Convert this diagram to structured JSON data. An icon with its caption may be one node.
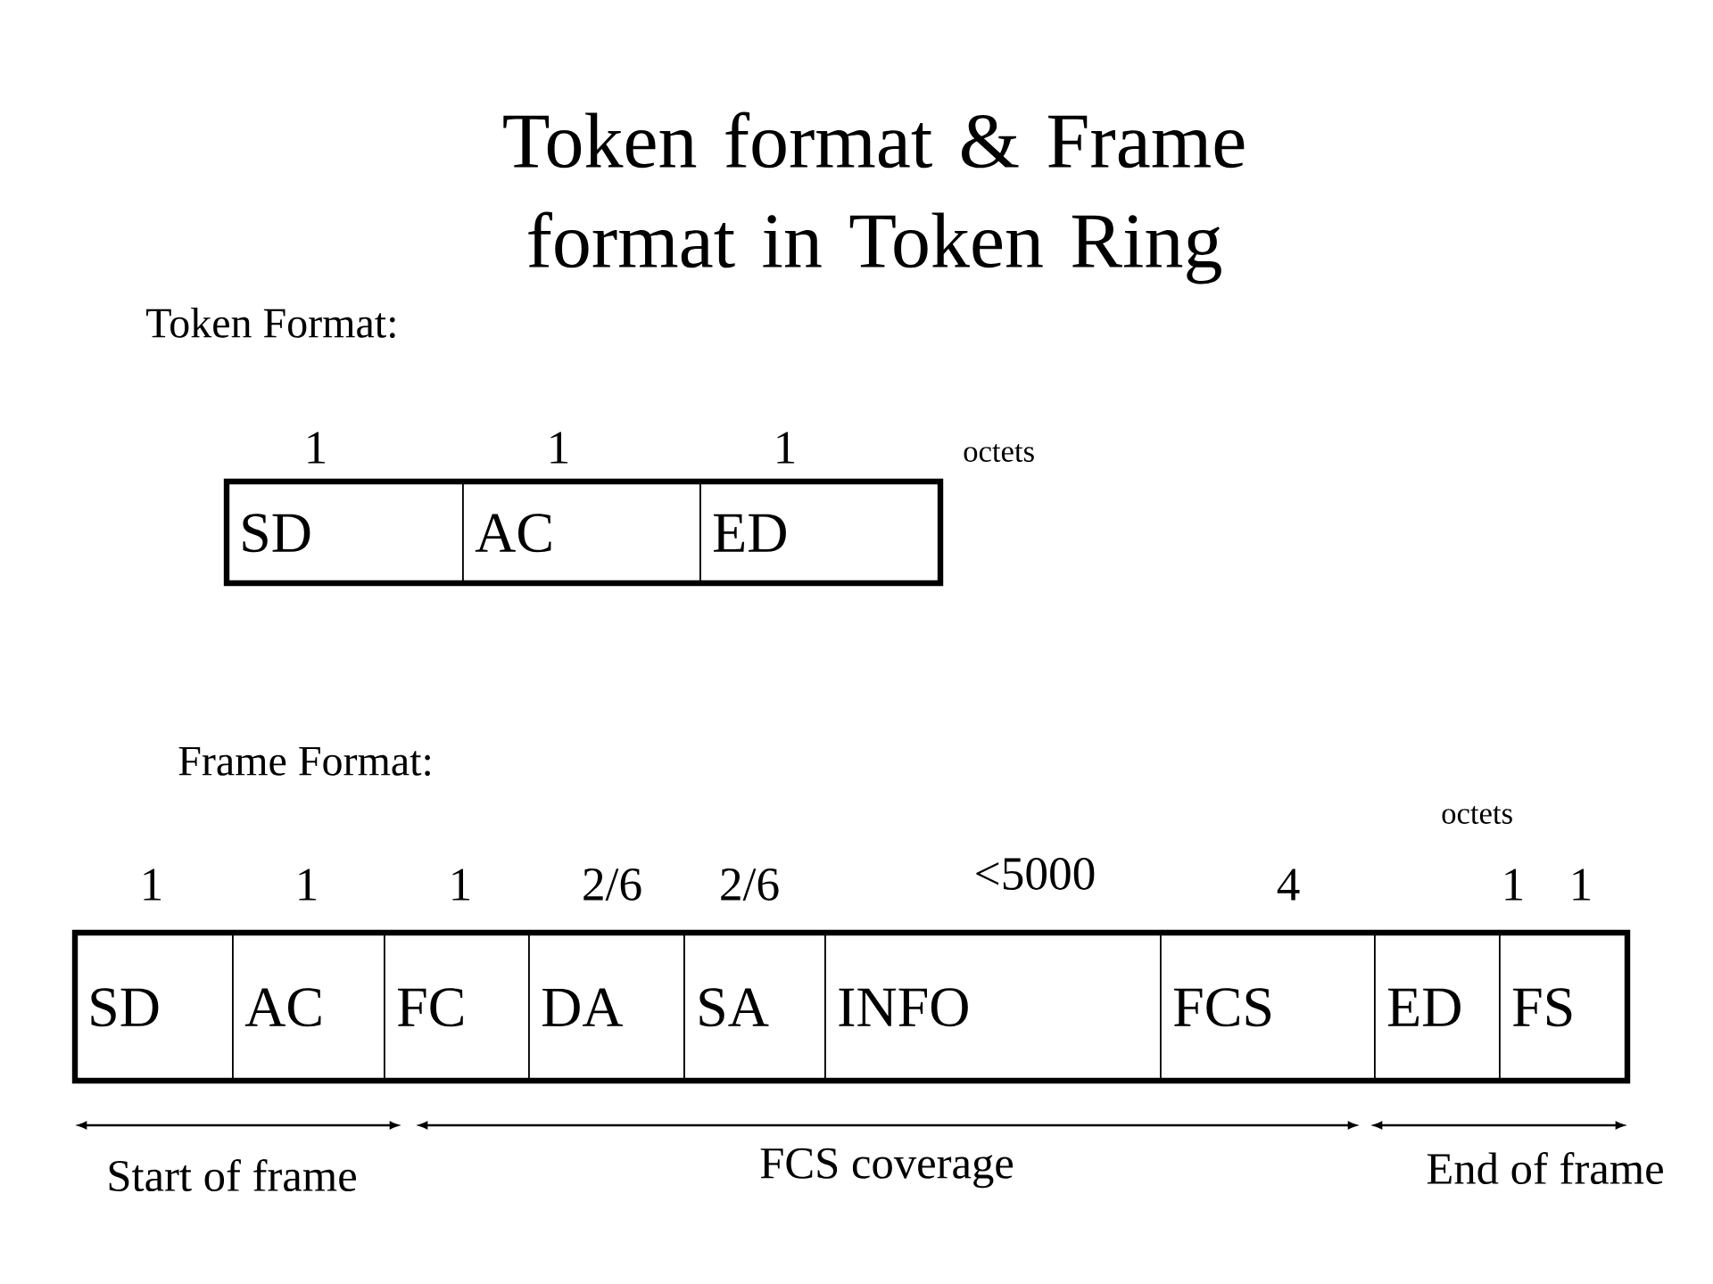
{
  "diagram": {
    "title": "Token format & Frame format in Token Ring",
    "nodes": [
      {
        "text": [
          "SD"
        ]
      },
      {
        "text": [
          "AC"
        ]
      },
      {
        "text": [
          "ED"
        ]
      },
      {
        "text": [
          "SD"
        ]
      },
      {
        "text": [
          "AC"
        ]
      },
      {
        "text": [
          "FC"
        ]
      },
      {
        "text": [
          "DA"
        ]
      },
      {
        "text": [
          "SA"
        ]
      },
      {
        "text": [
          "INFO"
        ]
      },
      {
        "text": [
          "FCS"
        ]
      },
      {
        "text": [
          "ED"
        ]
      },
      {
        "text": [
          "FS"
        ]
      }
    ],
    "labels": [
      "Token Format:",
      "1",
      "1",
      "1",
      "octets",
      "Frame Format:",
      "octets",
      "1",
      "1",
      "1",
      "2/6",
      "2/6",
      "<5000",
      "4",
      "1",
      "1",
      "Start of frame",
      "FCS coverage",
      "End of frame"
    ]
  }
}
